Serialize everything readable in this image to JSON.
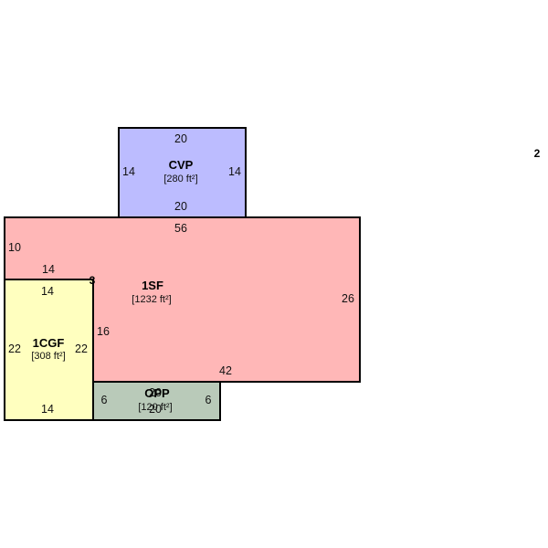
{
  "colors": {
    "cvp": "#bcbcff",
    "sf": "#ffb7b7",
    "cgf": "#ffffbf",
    "opp": "#b9cab9",
    "outline": "#000000"
  },
  "areas": {
    "cvp": {
      "name": "CVP",
      "size": "[280 ft²]",
      "dims": {
        "top": "20",
        "bottom": "20",
        "left": "14",
        "right": "14"
      }
    },
    "sf": {
      "name": "1SF",
      "size": "[1232 ft²]",
      "dims": {
        "top": "56",
        "left": "10",
        "right": "26",
        "bottom": "42",
        "step_h": "14",
        "step_v": "16"
      }
    },
    "cgf": {
      "name": "1CGF",
      "size": "[308 ft²]",
      "dims": {
        "top": "14",
        "bottom": "14",
        "left": "22",
        "right": "22"
      }
    },
    "opp": {
      "name": "OPP",
      "size": "[120 ft²]",
      "dims": {
        "top": "20",
        "bottom": "20",
        "left": "6",
        "right": "6"
      }
    }
  },
  "markers": {
    "m3": "3",
    "m2": "2"
  }
}
